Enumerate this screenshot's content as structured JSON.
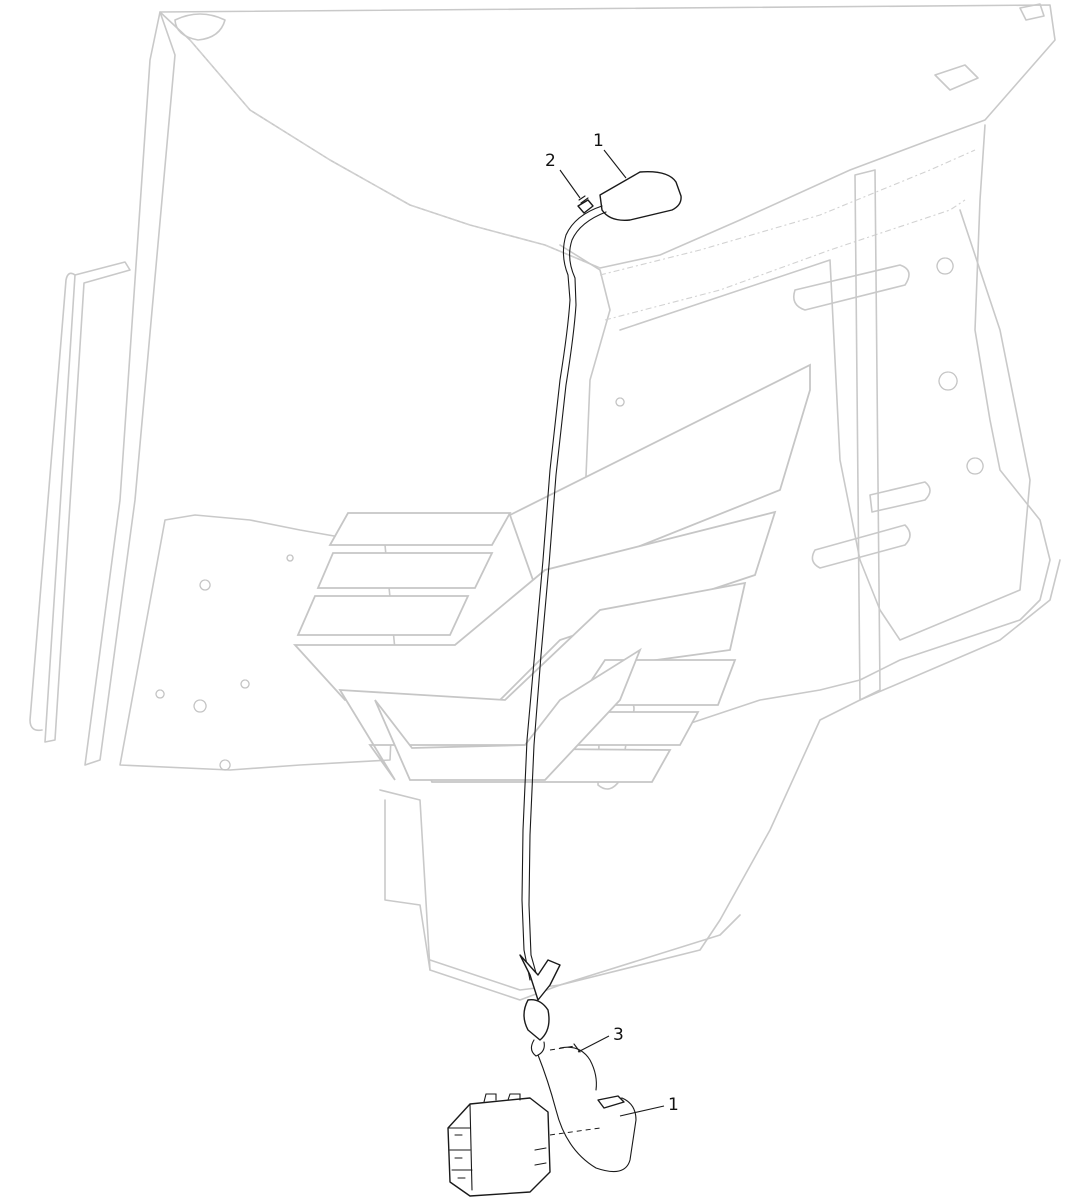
{
  "callouts": [
    {
      "id": "callout-1-antenna",
      "label": "1"
    },
    {
      "id": "callout-2-fastener",
      "label": "2"
    },
    {
      "id": "callout-3-tie",
      "label": "3"
    },
    {
      "id": "callout-1-module",
      "label": "1"
    }
  ],
  "colors": {
    "background": "#ffffff",
    "context_linework": "#c9c9c9",
    "part_linework": "#1a1a1a",
    "watermark": "#c6c6c6"
  }
}
